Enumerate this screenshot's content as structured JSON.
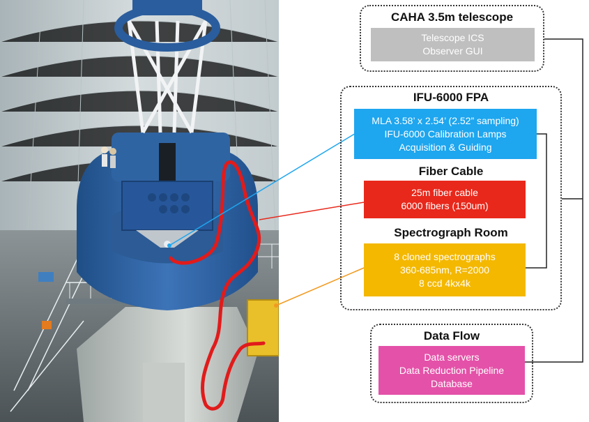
{
  "colors": {
    "ics_panel": "#bfbfbf",
    "fpa_panel": "#1ea6ef",
    "fiber_panel": "#e8281b",
    "spectro_panel": "#f4b800",
    "dataflow_panel": "#e451a8",
    "fiber_trace": "#e11b1b",
    "link_blue": "#1ea6ef",
    "link_red": "#e8281b",
    "link_orange": "#f29a1f",
    "connector": "#222222"
  },
  "telescope": {
    "title": "CAHA 3.5m telescope",
    "lines": [
      "Telescope ICS",
      "Observer GUI"
    ]
  },
  "ifu_group": {
    "fpa": {
      "title": "IFU-6000 FPA",
      "lines": [
        "MLA 3.58’ x 2.54’ (2.52” sampling)",
        "IFU-6000 Calibration Lamps",
        "Acquisition & Guiding"
      ]
    },
    "fiber": {
      "title": "Fiber Cable",
      "lines": [
        "25m fiber cable",
        "6000 fibers (150um)"
      ]
    },
    "spectro": {
      "title": "Spectrograph Room",
      "lines": [
        "8 cloned spectrographs",
        "360-685nm, R=2000",
        "8 ccd 4kx4k"
      ]
    }
  },
  "dataflow": {
    "title": "Data Flow",
    "lines": [
      "Data servers",
      "Data Reduction Pipeline",
      "Database"
    ]
  }
}
